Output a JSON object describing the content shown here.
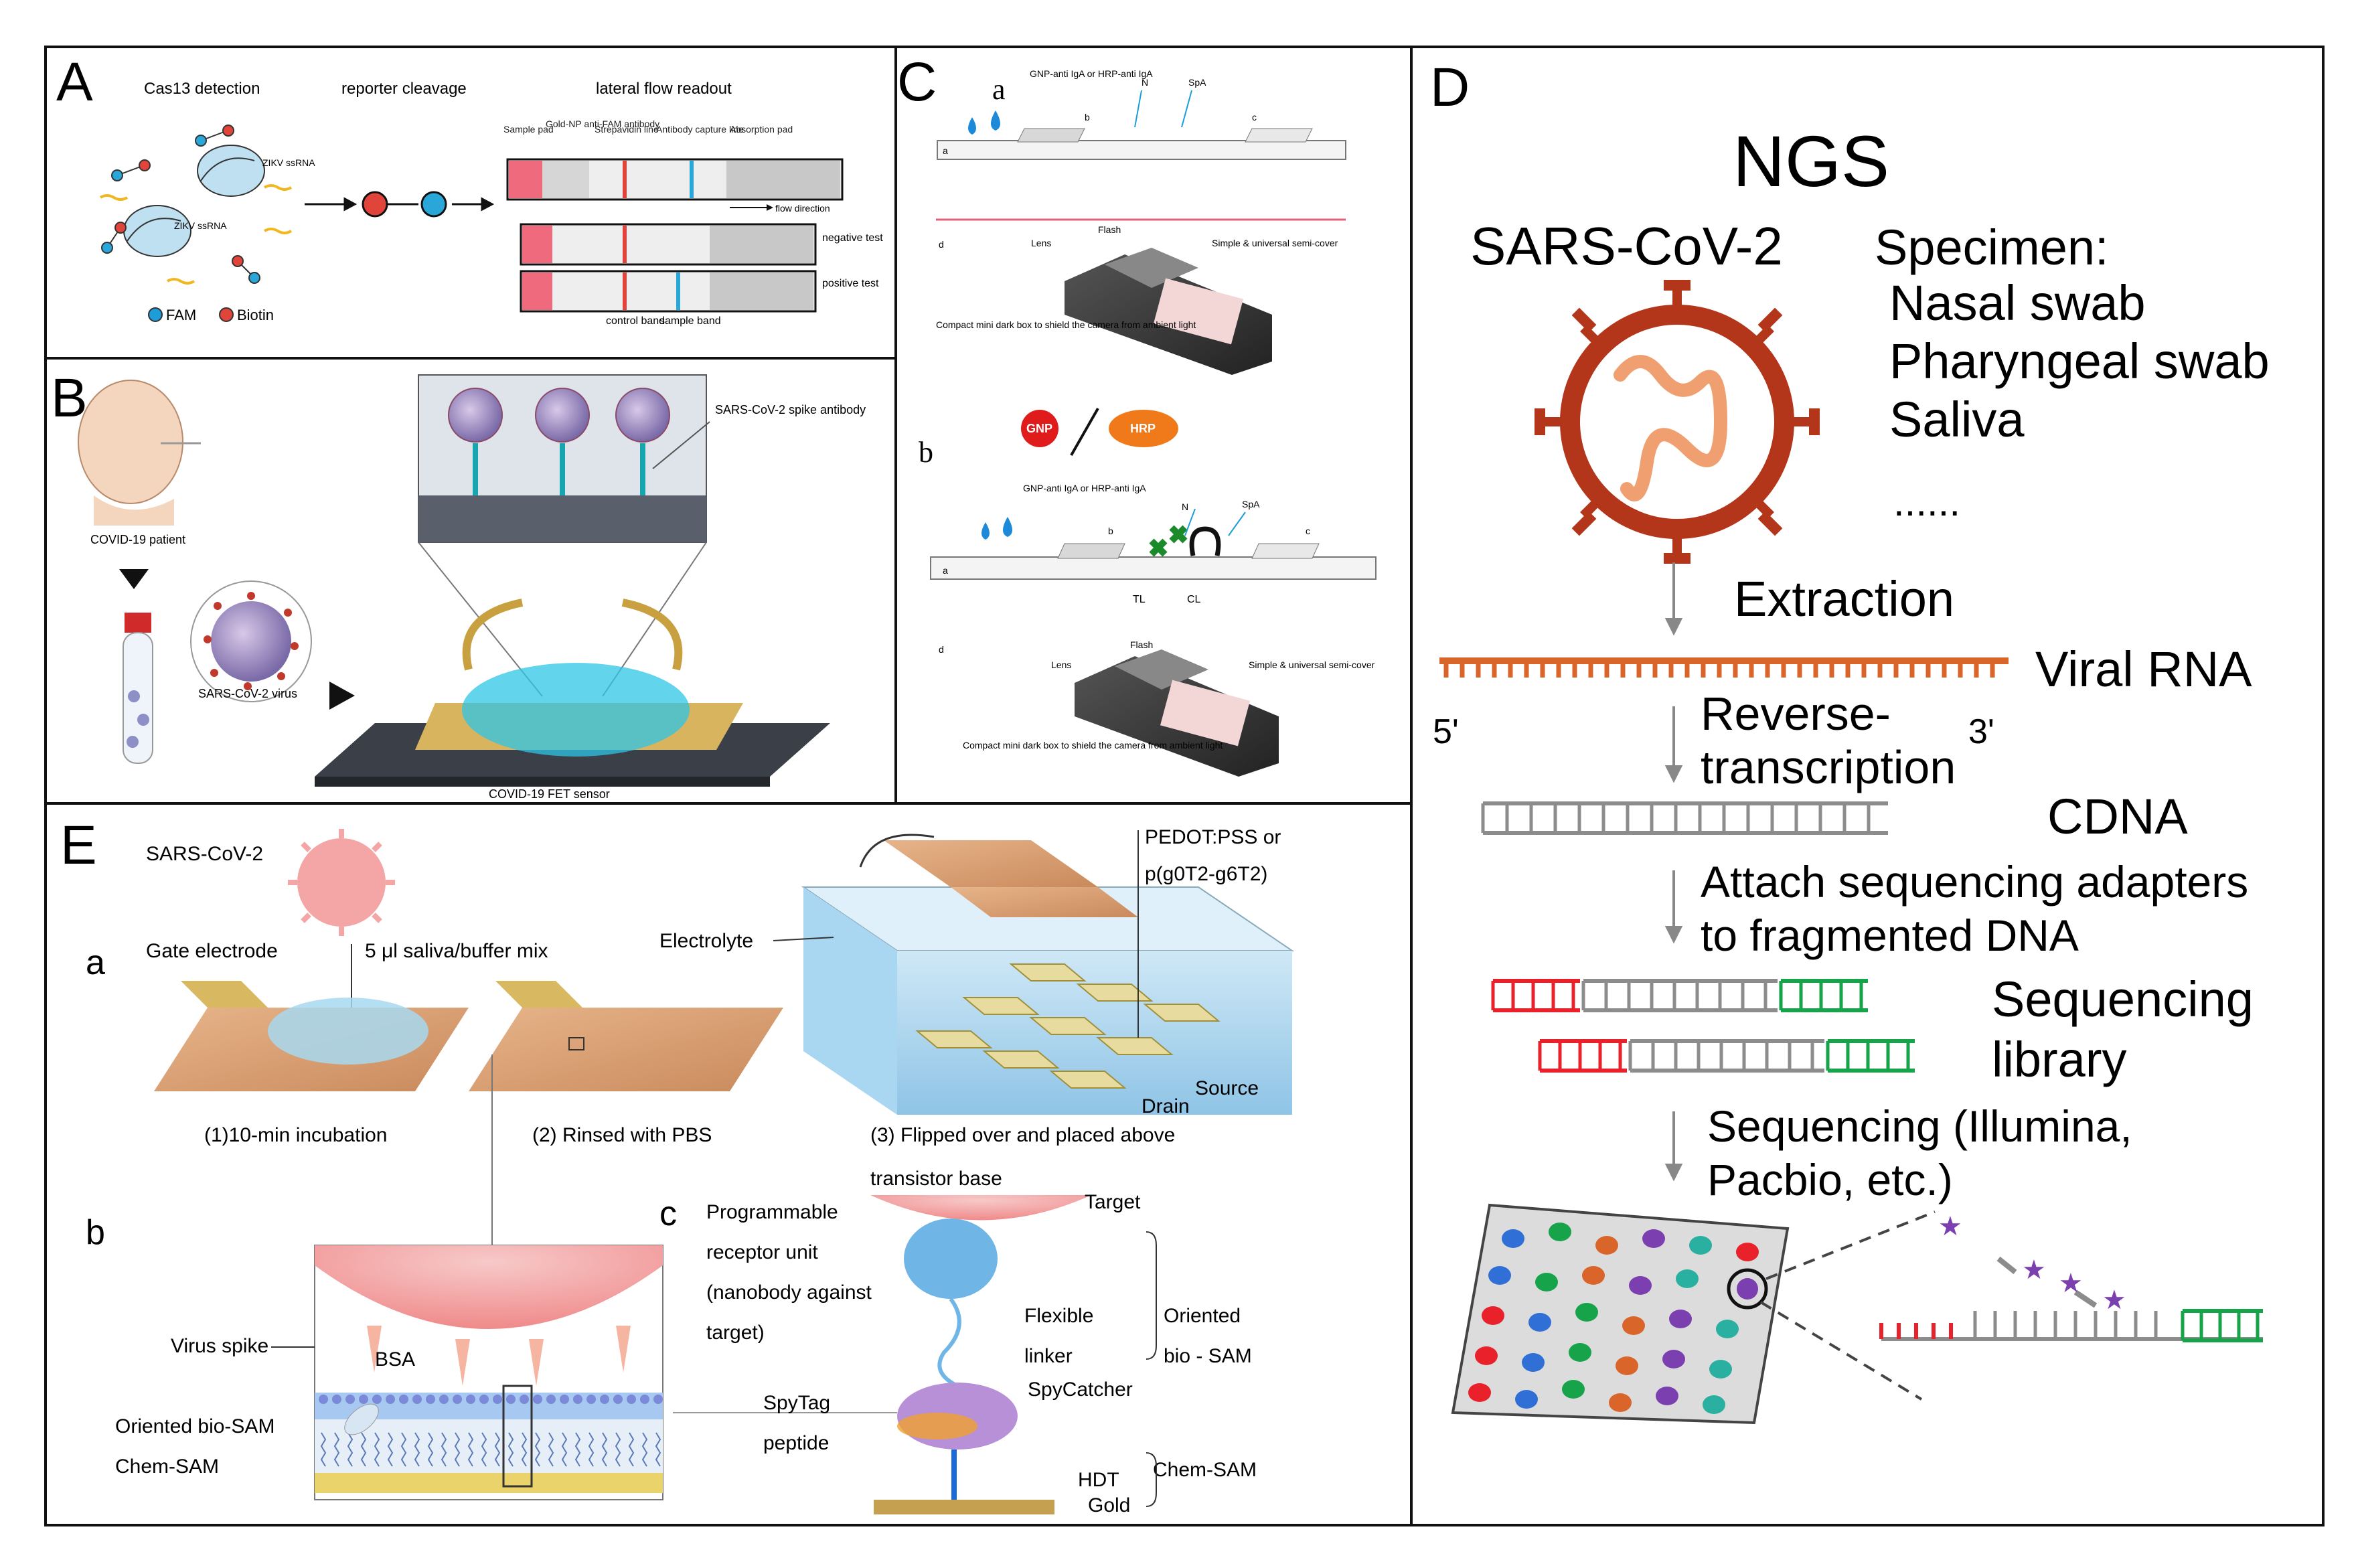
{
  "panels": {
    "A": {
      "label": "A",
      "headers": [
        "Cas13 detection",
        "reporter cleavage",
        "lateral flow readout"
      ],
      "strip_labels": [
        "Sample pad",
        "Gold-NP anti-FAM antibody",
        "Strepavidin line",
        "Antibody capture line",
        "Absorption pad"
      ],
      "flow": "flow direction",
      "negative": "negative test",
      "positive": "positive test",
      "control": "control band",
      "sample": "sample band",
      "zikv": "ZIKV ssRNA",
      "legend_fam": "FAM",
      "legend_biotin": "Biotin",
      "colors": {
        "pink": "#f06a7e",
        "red": "#e0443a",
        "cyan": "#29a7d8",
        "blue": "#1c9dd9"
      }
    },
    "B": {
      "label": "B",
      "patient": "COVID-19 patient",
      "virus": "SARS-CoV-2 virus",
      "antibody": "SARS-CoV-2 spike antibody",
      "sensor": "COVID-19 FET sensor"
    },
    "C": {
      "label": "C",
      "a": "a",
      "b": "b",
      "gnp_label": "GNP-anti IgA or HRP-anti IgA",
      "gnp_label2": "GNP-anti IgA or HRP-anti IgA",
      "n": "N",
      "spa": "SpA",
      "strip_a": "a",
      "strip_b": "b",
      "strip_c": "c",
      "d": "d",
      "lens": "Lens",
      "flash": "Flash",
      "cover": "Simple & universal semi-cover",
      "box": "Compact mini dark box to shield the camera from ambient light",
      "gnp": "GNP",
      "hrp": "HRP",
      "tl": "TL",
      "cl": "CL"
    },
    "D": {
      "label": "D",
      "title": "NGS",
      "virus": "SARS-CoV-2",
      "specimen_title": "Specimen:",
      "specimens": [
        "Nasal swab",
        "Pharyngeal swab",
        "Saliva",
        "......"
      ],
      "extraction": "Extraction",
      "viral_rna": "Viral RNA",
      "five": "5'",
      "three": "3'",
      "rt1": "Reverse-",
      "rt2": "transcription",
      "cdna": "CDNA",
      "attach1": "Attach sequencing adapters",
      "attach2": "to fragmented DNA",
      "lib1": "Sequencing",
      "lib2": "library",
      "seq1": "Sequencing (Illumina,",
      "seq2": "Pacbio, etc.)",
      "colors": {
        "orange": "#d9652a",
        "red": "#e8212a",
        "green": "#16a34a",
        "gray": "#8c8c8c",
        "purple": "#7b3fb0",
        "blue": "#2f6fd6",
        "teal": "#2ab0a0"
      }
    },
    "E": {
      "label": "E",
      "a": "a",
      "b": "b",
      "c": "c",
      "virus": "SARS-CoV-2",
      "gate": "Gate electrode",
      "saliva": "5 μl saliva/buffer mix",
      "electrolyte": "Electrolyte",
      "pedot1": "PEDOT:PSS or",
      "pedot2": "p(g0T2-g6T2)",
      "drain": "Drain",
      "source": "Source",
      "step1": "(1)10-min incubation",
      "step2": "(2) Rinsed with PBS",
      "step3a": "(3) Flipped over and placed above",
      "step3b": "transistor base",
      "spike": "Virus spike",
      "bsa": "BSA",
      "bio_sam": "Oriented bio-SAM",
      "chem_sam": "Chem-SAM",
      "prog": [
        "Programmable",
        "receptor unit",
        "(nanobody against",
        "target)"
      ],
      "target": "Target",
      "flexible": "Flexible",
      "linker": "linker",
      "spycatcher": "SpyCatcher",
      "spytag": "SpyTag",
      "peptide": "peptide",
      "hdt": "HDT",
      "gold": "Gold",
      "oriented": "Oriented",
      "bio_sam2": "bio - SAM",
      "chem_sam2": "Chem-SAM"
    }
  }
}
